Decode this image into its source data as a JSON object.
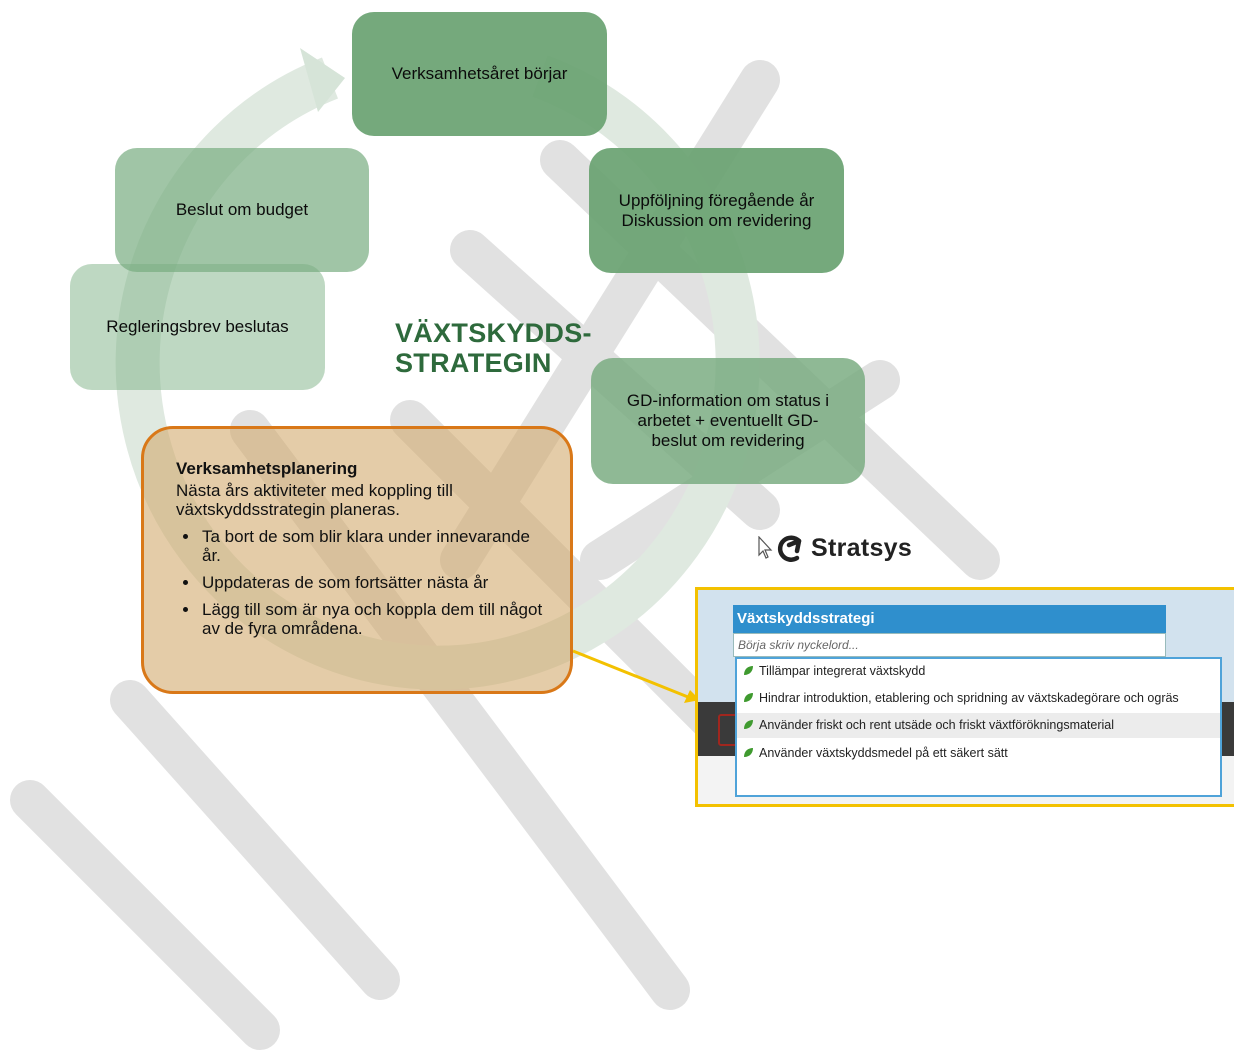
{
  "diagram": {
    "title": [
      "VÄXTSKYDDS-",
      "STRATEGIN"
    ],
    "stages": {
      "start": "Verksamhetsåret börjar",
      "followup": [
        "Uppföljning föregående år",
        "Diskussion om revidering"
      ],
      "gd_info": [
        "GD-information om status i",
        "arbetet + eventuellt GD-",
        "beslut om revidering"
      ],
      "budget": "Beslut om budget",
      "regleringsbrev": "Regleringsbrev beslutas"
    },
    "planning": {
      "heading": "Verksamhetsplanering",
      "intro": "Nästa års aktiviteter med koppling till växtskyddsstrategin planeras.",
      "bullets": [
        "Ta bort de som blir klara under innevarande år.",
        "Uppdateras de som fortsätter nästa år",
        "Lägg till som är nya och koppla dem till något av de fyra områdena."
      ]
    }
  },
  "logo": {
    "name": "Stratsys"
  },
  "stratsys_view": {
    "panel_title": "Växtskyddsstrategi",
    "search_placeholder": "Börja skriv nyckelord...",
    "items": [
      "Tillämpar integrerat växtskydd",
      "Hindrar introduktion, etablering och spridning av växtskadegörare och ogräs",
      "Använder friskt och rent utsäde och friskt växtförökningsmaterial",
      "Använder växtskyddsmedel på ett säkert sätt"
    ]
  },
  "colors": {
    "stage_green": "#6aa372",
    "title_green": "#2e6a3c",
    "planning_border": "#d97818",
    "highlight_border": "#f3c100",
    "panel_blue": "#2f8fcd"
  },
  "icons": [
    "cycle-arrow-icon",
    "mouse-cursor-icon",
    "stratsys-logo-icon",
    "leaf-icon"
  ]
}
